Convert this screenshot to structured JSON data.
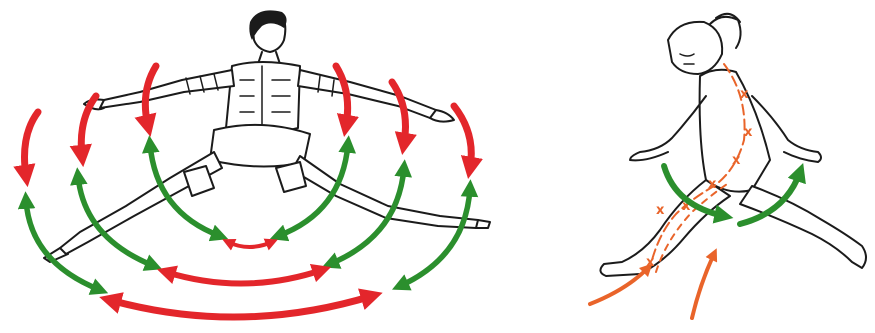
{
  "colors": {
    "background": "#ffffff",
    "ink": "#1b1b1b",
    "downward_arrows": "#e3262b",
    "upward_green_arcs": "#2b8f2d",
    "bottom_red_arcs": "#e3262b",
    "spine_line": "#e9642a",
    "push_arrows": "#e9642a"
  },
  "figures": [
    {
      "id": "dancer",
      "description_icon": "split-leap-dancer-figure"
    },
    {
      "id": "runner",
      "description_icon": "lunging-runner-figure"
    }
  ],
  "spine_markers": [
    "x",
    "x",
    "x",
    "x",
    "x",
    "x",
    "x"
  ]
}
